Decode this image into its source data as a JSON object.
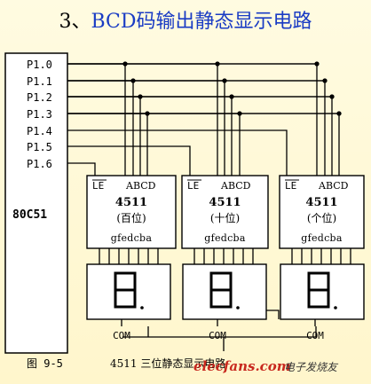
{
  "title": {
    "number": "3、",
    "text": "BCD码输出静态显示电路"
  },
  "mcu": {
    "name": "80C51",
    "pins": [
      "P1.0",
      "P1.1",
      "P1.2",
      "P1.3",
      "P1.4",
      "P1.5",
      "P1.6"
    ]
  },
  "decoders": [
    {
      "le": "LE",
      "abcd": "ABCD",
      "chip": "4511",
      "place": "(百位)",
      "outputs": "gfedcba",
      "com": "COM"
    },
    {
      "le": "LE",
      "abcd": "ABCD",
      "chip": "4511",
      "place": "(十位)",
      "outputs": "gfedcba",
      "com": "COM"
    },
    {
      "le": "LE",
      "abcd": "ABCD",
      "chip": "4511",
      "place": "(个位)",
      "outputs": "gfedcba",
      "com": "COM"
    }
  ],
  "caption": {
    "fig": "图 9-5",
    "text": "4511 三位静态显示电路"
  },
  "watermark": {
    "site": "elecfans.com",
    "cn": "电子发烧友"
  },
  "colors": {
    "background": "#fff8d2",
    "title_text": "#1a3cc4",
    "line": "#000000",
    "watermark": "#c8281e"
  }
}
